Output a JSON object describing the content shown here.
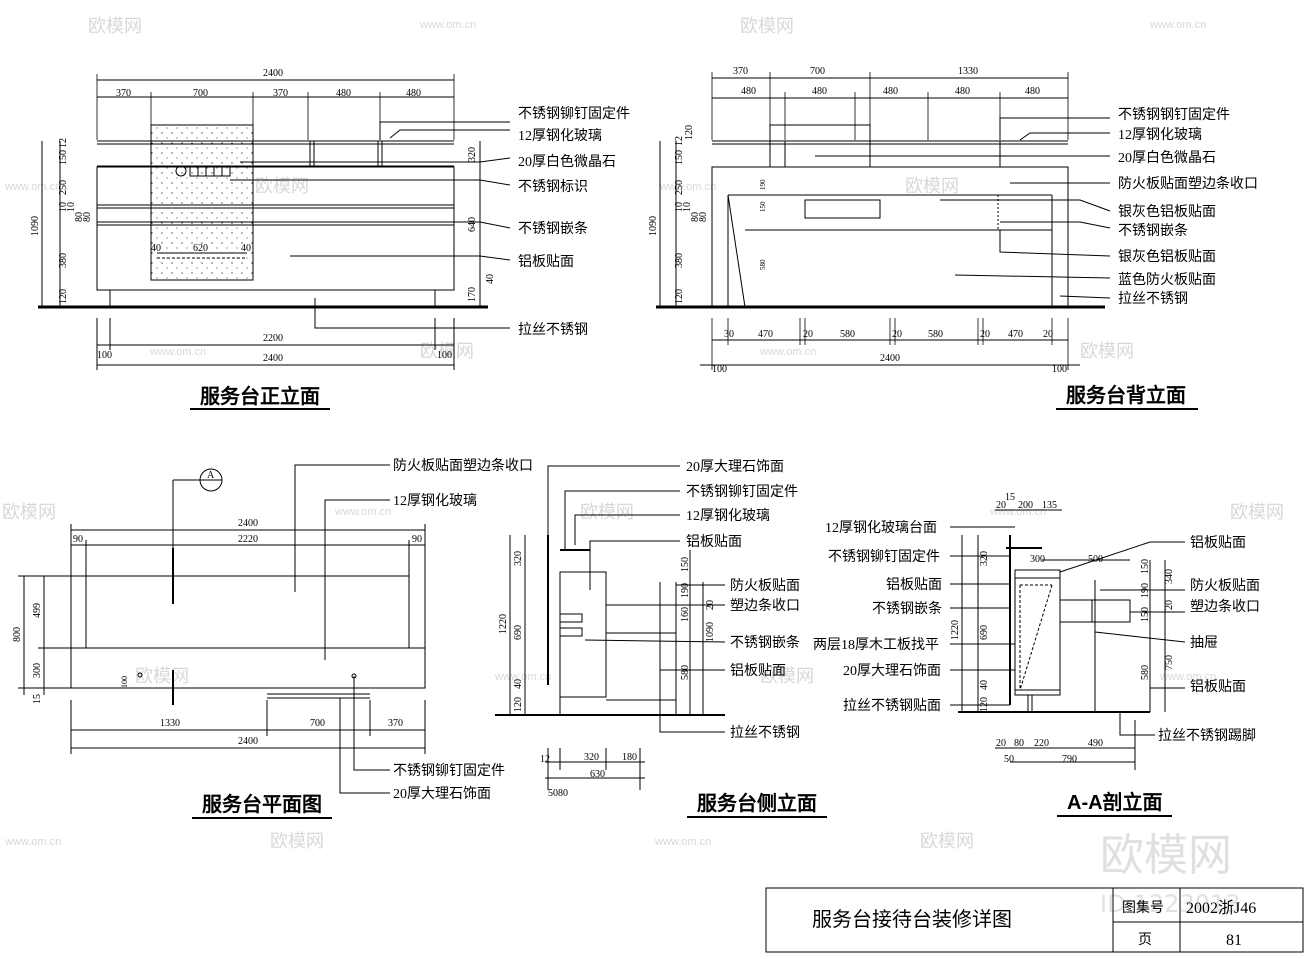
{
  "watermarks": {
    "site": "www.om.cn",
    "brand": "欧模网",
    "big_brand": "欧模网",
    "id": "ID:1223013"
  },
  "front": {
    "title": "服务台正立面",
    "top_dims": {
      "total": "2400",
      "parts": [
        "370",
        "700",
        "370",
        "480",
        "480"
      ]
    },
    "left_dims": {
      "total": "1090",
      "parts": [
        "12",
        "150",
        "250",
        "10",
        "10",
        "80",
        "80",
        "380",
        "120"
      ]
    },
    "inner_dims": {
      "d40a": "40",
      "d620": "620",
      "d40b": "40"
    },
    "right_dims": {
      "d320": "320",
      "d640": "640",
      "d40": "40",
      "d170": "170"
    },
    "bottom_dims": {
      "d2200": "2200",
      "d100a": "100",
      "d2400": "2400",
      "d100b": "100"
    },
    "labels": [
      "不锈钢铆钉固定件",
      "12厚钢化玻璃",
      "20厚白色微晶石",
      "不锈钢标识",
      "不锈钢嵌条",
      "铝板贴面",
      "拉丝不锈钢"
    ]
  },
  "back": {
    "title": "服务台背立面",
    "top_dims": {
      "row1": [
        "370",
        "700",
        "1330"
      ],
      "row2": [
        "480",
        "480",
        "480",
        "480",
        "480"
      ]
    },
    "left_dims": {
      "total": "1090",
      "parts": [
        "12",
        "120",
        "150",
        "250",
        "10",
        "10",
        "80",
        "80",
        "380",
        "120"
      ]
    },
    "inner_dims": {
      "d190": "190",
      "d150": "150",
      "d580": "580"
    },
    "bottom_dims": {
      "row1": [
        "30",
        "470",
        "20",
        "580",
        "20",
        "580",
        "20",
        "470",
        "20"
      ],
      "d100a": "100",
      "d2400": "2400",
      "d100b": "100"
    },
    "labels": [
      "不锈钢钢钉固定件",
      "12厚钢化玻璃",
      "20厚白色微晶石",
      "防火板贴面塑边条收口",
      "银灰色铝板贴面",
      "不锈钢嵌条",
      "银灰色铝板贴面",
      "蓝色防火板贴面",
      "拉丝不锈钢"
    ]
  },
  "plan": {
    "title": "服务台平面图",
    "section_mark": "A",
    "top_dims": {
      "d2400": "2400",
      "d90a": "90",
      "d2220": "2220",
      "d90b": "90"
    },
    "left_dims": {
      "d800": "800",
      "d499": "499",
      "d300": "300",
      "d15": "15"
    },
    "inner_dims": {
      "d100": "100"
    },
    "bottom_dims": {
      "d1330": "1330",
      "d700": "700",
      "d370": "370",
      "d2400": "2400"
    },
    "labels": [
      "防火板贴面塑边条收口",
      "12厚钢化玻璃",
      "不锈钢铆钉固定件",
      "20厚大理石饰面"
    ]
  },
  "side": {
    "title": "服务台侧立面",
    "left_dims": {
      "d320": "320",
      "d1220": "1220",
      "d690": "690",
      "d40": "40",
      "d120": "120"
    },
    "right_dims": {
      "d150": "150",
      "d190": "190",
      "d20": "20",
      "d160": "160",
      "d1090": "1090",
      "d580": "580"
    },
    "bottom_dims": {
      "d12": "12",
      "d320": "320",
      "d180": "180",
      "d630": "630",
      "d5080": "5080"
    },
    "labels": [
      "20厚大理石饰面",
      "不锈钢铆钉固定件",
      "12厚钢化玻璃",
      "铝板贴面",
      "防火板贴面",
      "塑边条收口",
      "不锈钢嵌条",
      "铝板贴面",
      "拉丝不锈钢"
    ]
  },
  "section": {
    "title": "A-A剖立面",
    "top_dims": {
      "d15": "15",
      "d20": "20",
      "d200": "200",
      "d135": "135",
      "d300": "300",
      "d500": "500"
    },
    "left_dims": {
      "d320": "320",
      "d1220": "1220",
      "d690": "690",
      "d40": "40",
      "d120": "120"
    },
    "right_dims": {
      "d150": "150",
      "d340": "340",
      "d190": "190",
      "d20": "20",
      "d150b": "150",
      "d750": "750",
      "d580": "580"
    },
    "bottom_dims": {
      "d20": "20",
      "d80": "80",
      "d220": "220",
      "d490": "490",
      "d50": "50",
      "d790": "790"
    },
    "labels_left": [
      "12厚钢化玻璃台面",
      "不锈钢铆钉固定件",
      "铝板贴面",
      "不锈钢嵌条",
      "两层18厚木工板找平",
      "20厚大理石饰面",
      "拉丝不锈钢贴面"
    ],
    "labels_right": [
      "铝板贴面",
      "防火板贴面",
      "塑边条收口",
      "抽屉",
      "铝板贴面",
      "拉丝不锈钢踢脚"
    ]
  },
  "title_block": {
    "name": "服务台接待台装修详图",
    "atlas_label": "图集号",
    "atlas_value": "2002浙J46",
    "page_label": "页",
    "page_value": "81"
  }
}
